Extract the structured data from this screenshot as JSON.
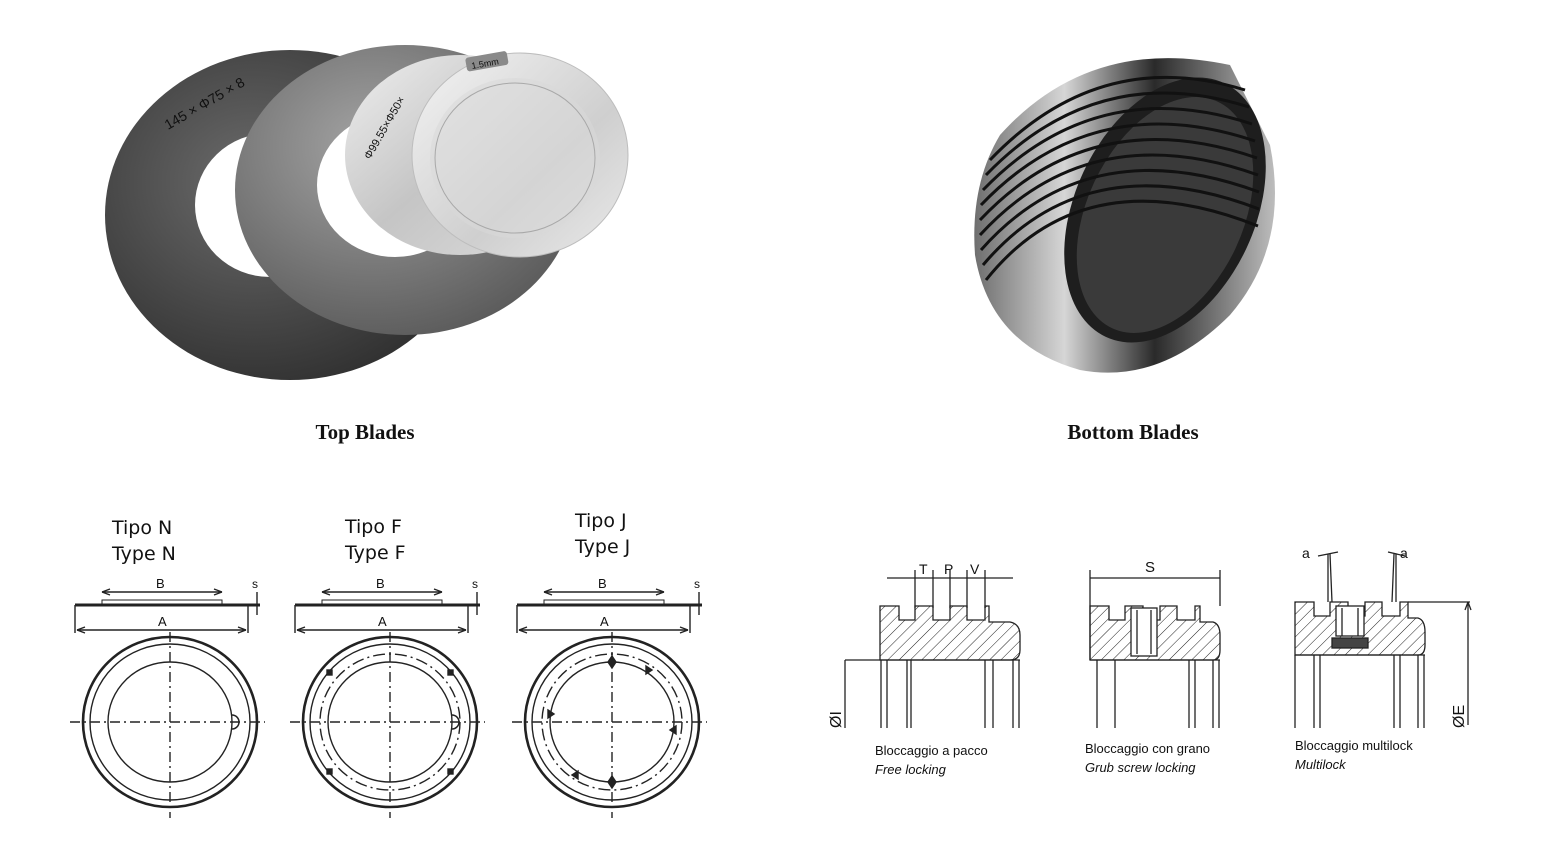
{
  "captions": {
    "top": "Top Blades",
    "bottom": "Bottom Blades"
  },
  "top_blade_markings": {
    "large": "145 × Φ75 × 8",
    "middle": "Φ99.55×Φ50×",
    "small_tag": "1.5mm"
  },
  "top_blade_types": [
    {
      "it": "Tipo N",
      "en": "Type N"
    },
    {
      "it": "Tipo F",
      "en": "Type F"
    },
    {
      "it": "Tipo J",
      "en": "Type J"
    }
  ],
  "dimension_labels": {
    "b": "B",
    "a": "A",
    "s": "s"
  },
  "bottom_blade_dims": {
    "t": "T",
    "p": "P",
    "v": "V",
    "s": "S",
    "a": "a",
    "inner_dia": "ØI",
    "outer_dia": "ØE"
  },
  "locking_types": [
    {
      "it": "Bloccaggio a pacco",
      "en": "Free locking"
    },
    {
      "it": "Bloccaggio con grano",
      "en": "Grub screw locking"
    },
    {
      "it": "Bloccaggio multilock",
      "en": "Multilock"
    }
  ]
}
